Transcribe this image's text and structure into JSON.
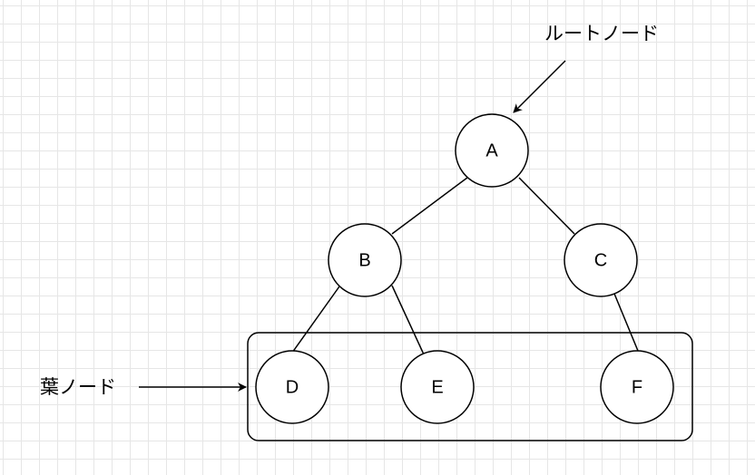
{
  "tree": {
    "nodes": [
      {
        "id": "A",
        "label": "A"
      },
      {
        "id": "B",
        "label": "B"
      },
      {
        "id": "C",
        "label": "C"
      },
      {
        "id": "D",
        "label": "D"
      },
      {
        "id": "E",
        "label": "E"
      },
      {
        "id": "F",
        "label": "F"
      }
    ],
    "edges": [
      {
        "from": "A",
        "to": "B"
      },
      {
        "from": "A",
        "to": "C"
      },
      {
        "from": "B",
        "to": "D"
      },
      {
        "from": "B",
        "to": "E"
      },
      {
        "from": "C",
        "to": "F"
      }
    ]
  },
  "annotations": {
    "root_label": "ルートノード",
    "leaf_label": "葉ノード"
  },
  "colors": {
    "stroke": "#000000",
    "grid": "#e6e6e6",
    "background": "#ffffff"
  }
}
